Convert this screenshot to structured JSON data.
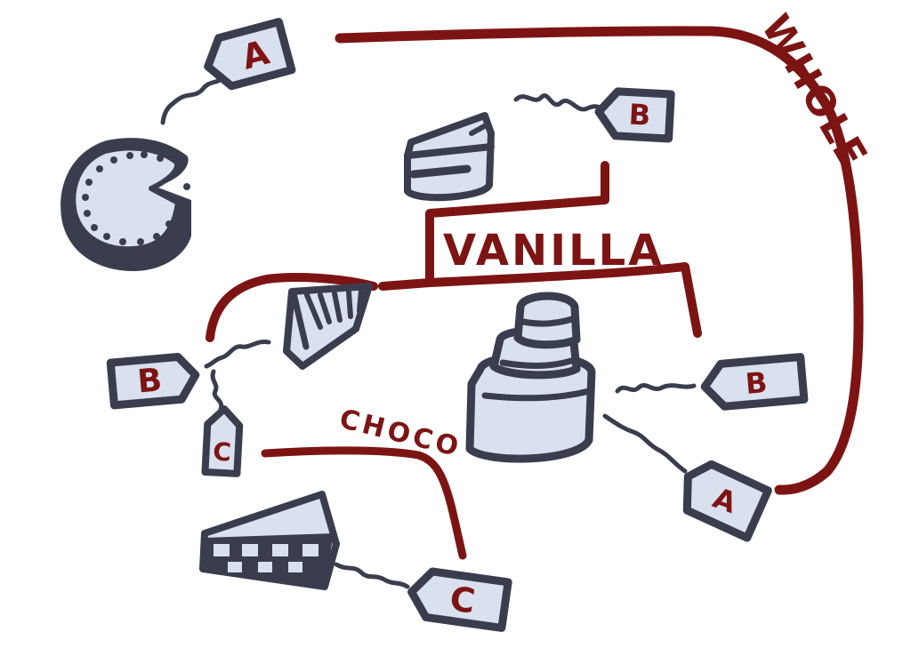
{
  "colors": {
    "marker_dark": "#3a3d4d",
    "marker_red": "#7d1414",
    "fill_light": "#d9e0ee",
    "paper": "#ffffff"
  },
  "groups": {
    "whole": "WHOLE",
    "vanilla": "VANILLA",
    "choco": "CHOCO"
  },
  "tags": {
    "round_cake": "A",
    "layer_slice": "B",
    "wedge_slice": "B",
    "wedge_small": "C",
    "tiered_right_b": "B",
    "tiered_right_a": "A",
    "checker_slice": "C"
  },
  "icons": {
    "round_cake": "round-cake-missing-slice-icon",
    "layer_slice": "layered-cake-slice-icon",
    "wedge_slice": "striped-wedge-slice-icon",
    "tiered_cake": "tiered-cake-icon",
    "checker_slice": "checkered-cake-slice-icon"
  }
}
